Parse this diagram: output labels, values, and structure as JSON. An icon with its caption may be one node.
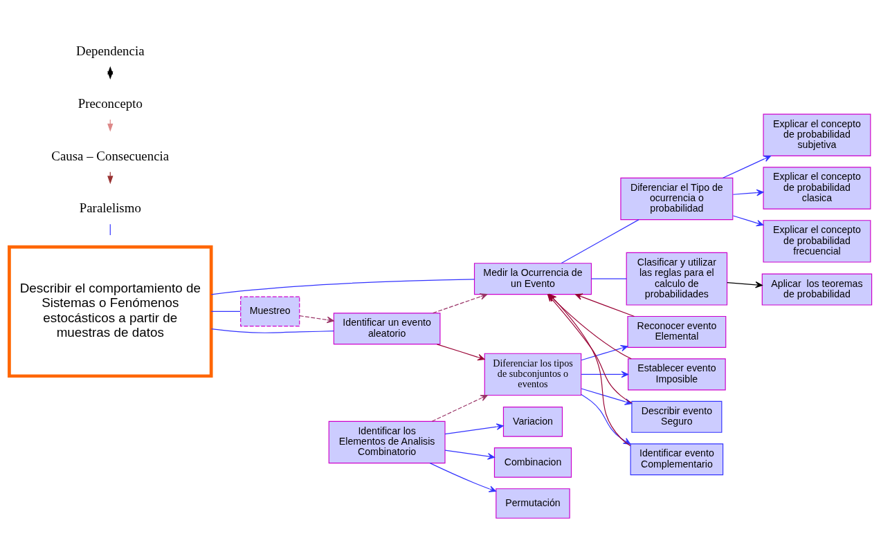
{
  "diagram": {
    "nodes": [
      {
        "text": [
          "Describir el comportamiento de Sistemas o Fenómenos estocásticos a partir de muestras de datos"
        ]
      },
      {
        "text": [
          "Muestreo"
        ]
      },
      {
        "text": [
          "Identificar los Elementos de Analisis Combinatorio"
        ]
      },
      {
        "text": [
          "Permutación"
        ]
      },
      {
        "text": [
          "Variacion"
        ]
      },
      {
        "text": [
          "Combinacion"
        ]
      },
      {
        "text": [
          "Identificar un evento aleatorio"
        ]
      },
      {
        "text": [
          "Diferenciar los tipos de subconjuntos o eventos"
        ]
      },
      {
        "text": [
          "Reconocer evento Elemental"
        ]
      },
      {
        "text": [
          "Establecer evento Imposible"
        ]
      },
      {
        "text": [
          "Describir evento Seguro"
        ]
      },
      {
        "text": [
          "Identificar evento Complementario"
        ]
      },
      {
        "text": [
          "Medir la Ocurrencia de un Evento"
        ]
      },
      {
        "text": [
          "Diferenciar el Tipo de ocurrencia o probabilidad"
        ]
      },
      {
        "text": [
          "Explicar el concepto de probabilidad clasica"
        ]
      },
      {
        "text": [
          "Explicar el concepto de probabilidad frecuencial"
        ]
      },
      {
        "text": [
          "Explicar el concepto de probabilidad subjetiva"
        ]
      },
      {
        "text": [
          "Clasificar y utilizar  las reglas para el calculo de probabilidades"
        ]
      },
      {
        "text": [
          "Aplicar  los teoremas de probabilidad"
        ]
      }
    ],
    "edges": [
      {
        "from": 0,
        "to": 1,
        "arrow": "none"
      },
      {
        "from": 0,
        "to": 6,
        "arrow": "none"
      },
      {
        "from": 0,
        "to": 12,
        "arrow": "none"
      },
      {
        "from": 1,
        "to": 6,
        "arrow": "to",
        "style": "dashed",
        "color": "#993366"
      },
      {
        "from": 2,
        "to": 3,
        "arrow": "to"
      },
      {
        "from": 2,
        "to": 4,
        "arrow": "to"
      },
      {
        "from": 2,
        "to": 5,
        "arrow": "to"
      },
      {
        "from": 2,
        "to": 7,
        "arrow": "to",
        "style": "dashed",
        "color": "#993366"
      },
      {
        "from": 6,
        "to": 7,
        "arrow": "to",
        "color": "#990033"
      },
      {
        "from": 6,
        "to": 12,
        "arrow": "to",
        "style": "dashed",
        "color": "#993366"
      },
      {
        "from": 7,
        "to": 8,
        "arrow": "to"
      },
      {
        "from": 7,
        "to": 9,
        "arrow": "to"
      },
      {
        "from": 7,
        "to": 10,
        "arrow": "to"
      },
      {
        "from": 7,
        "to": 11,
        "arrow": "to"
      },
      {
        "from": 8,
        "to": 12,
        "arrow": "to",
        "color": "#990033"
      },
      {
        "from": 9,
        "to": 12,
        "arrow": "to",
        "color": "#990033"
      },
      {
        "from": 10,
        "to": 12,
        "arrow": "to",
        "color": "#990033"
      },
      {
        "from": 11,
        "to": 12,
        "arrow": "to",
        "color": "#990033"
      },
      {
        "from": 12,
        "to": 13,
        "arrow": "none"
      },
      {
        "from": 12,
        "to": 17,
        "arrow": "none"
      },
      {
        "from": 13,
        "to": 14,
        "arrow": "to"
      },
      {
        "from": 13,
        "to": 15,
        "arrow": "to"
      },
      {
        "from": 13,
        "to": 16,
        "arrow": "to"
      },
      {
        "from": 17,
        "to": 18,
        "arrow": "to",
        "color": "#000000"
      }
    ],
    "legend": [
      {
        "text": "Dependencia"
      },
      {
        "text": "Preconcepto"
      },
      {
        "text": "Causa – Consecuencia"
      },
      {
        "text": "Paralelismo"
      }
    ]
  }
}
